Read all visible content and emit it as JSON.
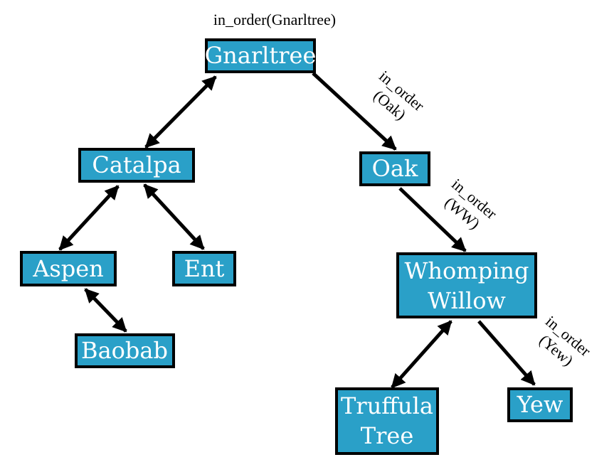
{
  "colors": {
    "node_fill": "#2aa0c8",
    "node_border": "#000000",
    "edge": "#000000",
    "text": "#ffffff"
  },
  "annotations": {
    "root_call": "in_order(Gnarltree)",
    "oak_call": [
      "in_order",
      "(Oak)"
    ],
    "ww_call": [
      "in_order",
      "(WW)"
    ],
    "yew_call": [
      "in_order",
      "(Yew)"
    ]
  },
  "nodes": [
    {
      "id": "gnarltree",
      "lines": [
        "Gnarltree"
      ]
    },
    {
      "id": "catalpa",
      "lines": [
        "Catalpa"
      ]
    },
    {
      "id": "oak",
      "lines": [
        "Oak"
      ]
    },
    {
      "id": "aspen",
      "lines": [
        "Aspen"
      ]
    },
    {
      "id": "ent",
      "lines": [
        "Ent"
      ]
    },
    {
      "id": "baobab",
      "lines": [
        "Baobab"
      ]
    },
    {
      "id": "whomping-willow",
      "lines": [
        "Whomping",
        "Willow"
      ]
    },
    {
      "id": "truffula-tree",
      "lines": [
        "Truffula",
        "Tree"
      ]
    },
    {
      "id": "yew",
      "lines": [
        "Yew"
      ]
    }
  ],
  "edges": [
    {
      "from": "gnarltree",
      "to": "catalpa",
      "style": "double"
    },
    {
      "from": "gnarltree",
      "to": "oak",
      "style": "single"
    },
    {
      "from": "catalpa",
      "to": "aspen",
      "style": "double"
    },
    {
      "from": "catalpa",
      "to": "ent",
      "style": "double"
    },
    {
      "from": "aspen",
      "to": "baobab",
      "style": "double"
    },
    {
      "from": "oak",
      "to": "whomping-willow",
      "style": "single"
    },
    {
      "from": "whomping-willow",
      "to": "truffula-tree",
      "style": "double"
    },
    {
      "from": "whomping-willow",
      "to": "yew",
      "style": "single"
    }
  ]
}
